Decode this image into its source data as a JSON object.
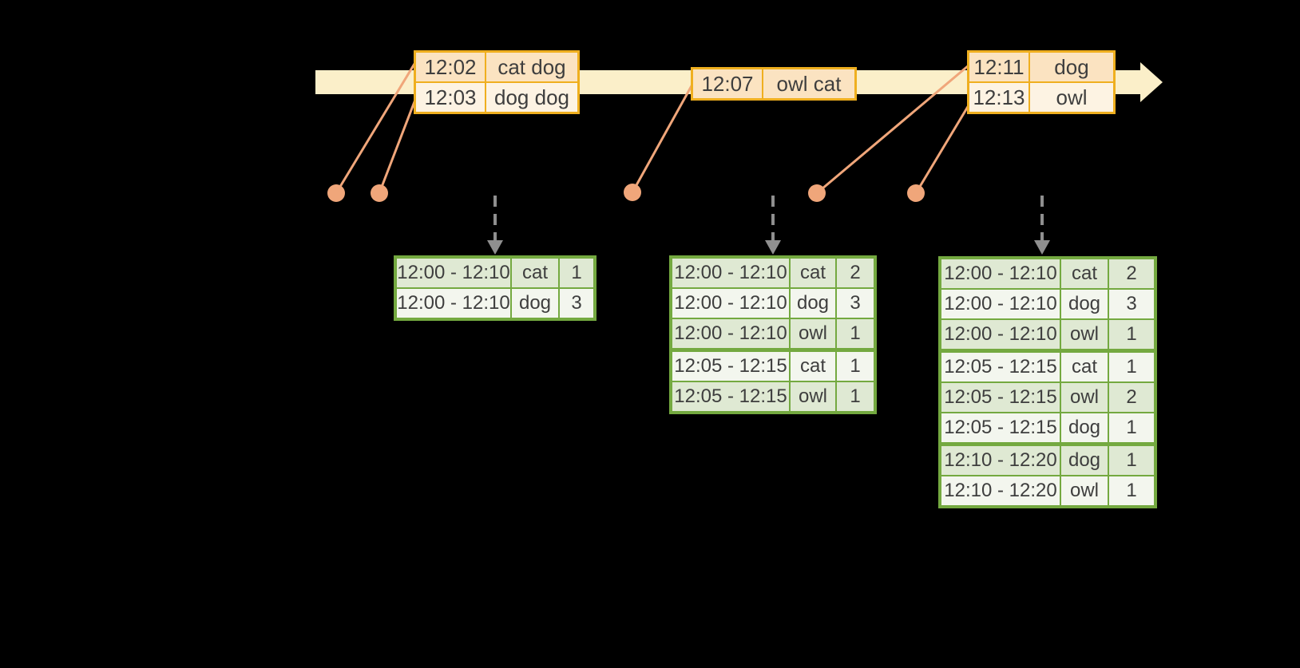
{
  "diagram_title": "windowed-grouped-aggregation-stream",
  "timeline": {
    "direction": "left-to-right",
    "event_tables": [
      {
        "rows": [
          {
            "time": "12:02",
            "words": "cat dog"
          },
          {
            "time": "12:03",
            "words": "dog dog"
          }
        ]
      },
      {
        "rows": [
          {
            "time": "12:07",
            "words": "owl cat"
          }
        ]
      },
      {
        "rows": [
          {
            "time": "12:11",
            "words": "dog"
          },
          {
            "time": "12:13",
            "words": "owl"
          }
        ]
      }
    ],
    "event_dot_count": 5,
    "trigger_arrow_count": 3
  },
  "result_tables": [
    {
      "rows": [
        {
          "window": "12:00 - 12:10",
          "word": "cat",
          "count": "1"
        },
        {
          "window": "12:00 - 12:10",
          "word": "dog",
          "count": "3"
        }
      ]
    },
    {
      "rows": [
        {
          "window": "12:00 - 12:10",
          "word": "cat",
          "count": "2"
        },
        {
          "window": "12:00 - 12:10",
          "word": "dog",
          "count": "3"
        },
        {
          "window": "12:00 - 12:10",
          "word": "owl",
          "count": "1"
        },
        {
          "window": "12:05 - 12:15",
          "word": "cat",
          "count": "1"
        },
        {
          "window": "12:05 - 12:15",
          "word": "owl",
          "count": "1"
        }
      ]
    },
    {
      "rows": [
        {
          "window": "12:00 - 12:10",
          "word": "cat",
          "count": "2"
        },
        {
          "window": "12:00 - 12:10",
          "word": "dog",
          "count": "3"
        },
        {
          "window": "12:00 - 12:10",
          "word": "owl",
          "count": "1"
        },
        {
          "window": "12:05 - 12:15",
          "word": "cat",
          "count": "1"
        },
        {
          "window": "12:05 - 12:15",
          "word": "owl",
          "count": "2"
        },
        {
          "window": "12:05 - 12:15",
          "word": "dog",
          "count": "1"
        },
        {
          "window": "12:10 - 12:20",
          "word": "dog",
          "count": "1"
        },
        {
          "window": "12:10 - 12:20",
          "word": "owl",
          "count": "1"
        }
      ]
    }
  ],
  "colors": {
    "background": "#000000",
    "timeline_band": "#FBEFC9",
    "orange_border": "#EFAF1F",
    "peach_dark": "#FBE3C1",
    "peach_light": "#FDF3E3",
    "salmon": "#F0A67A",
    "green_border": "#74A940",
    "green_cell": "#DFE9D3",
    "green_cell_light": "#F3F6EE",
    "trigger_gray": "#8F8F8F",
    "ink": "#3E3E3E"
  }
}
